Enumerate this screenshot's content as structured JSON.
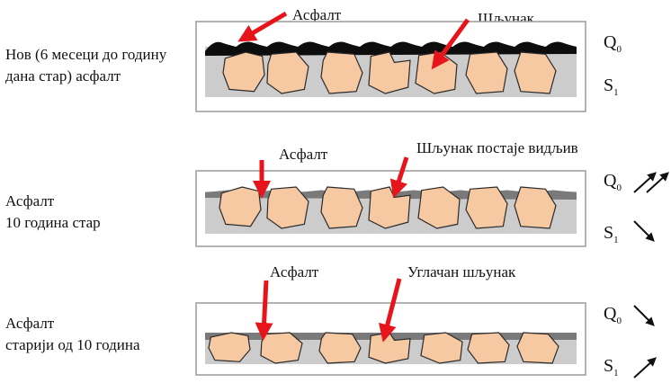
{
  "panels": [
    {
      "label": [
        "Нов (6 месеци до годину",
        "дана стар) асфалт"
      ],
      "annotations": [
        "Асфалт",
        "Шљунак"
      ],
      "symbols": [
        {
          "letter": "Q",
          "sub": "0",
          "trend": ""
        },
        {
          "letter": "S",
          "sub": "1",
          "trend": ""
        }
      ]
    },
    {
      "label": [
        "Асфалт",
        "10 година стар"
      ],
      "annotations": [
        "Асфалт",
        "Шљунак постаје видљив"
      ],
      "symbols": [
        {
          "letter": "Q",
          "sub": "0",
          "trend": "strong-up"
        },
        {
          "letter": "S",
          "sub": "1",
          "trend": "down"
        }
      ]
    },
    {
      "label": [
        "Асфалт",
        "старији од 10 година"
      ],
      "annotations": [
        "Асфалт",
        "Углачан шљунак"
      ],
      "symbols": [
        {
          "letter": "Q",
          "sub": "0",
          "trend": "down"
        },
        {
          "letter": "S",
          "sub": "1",
          "trend": "up"
        }
      ]
    }
  ],
  "colors": {
    "stone": "#f7c9a3",
    "stone_outline": "#2a2a2a",
    "aggregate_bed": "#cfcfcf",
    "asphalt_new": "#0d0d0d",
    "asphalt_aged": "#7a7a7a",
    "arrow_red": "#e8141b",
    "frame": "#9a9a9a"
  }
}
